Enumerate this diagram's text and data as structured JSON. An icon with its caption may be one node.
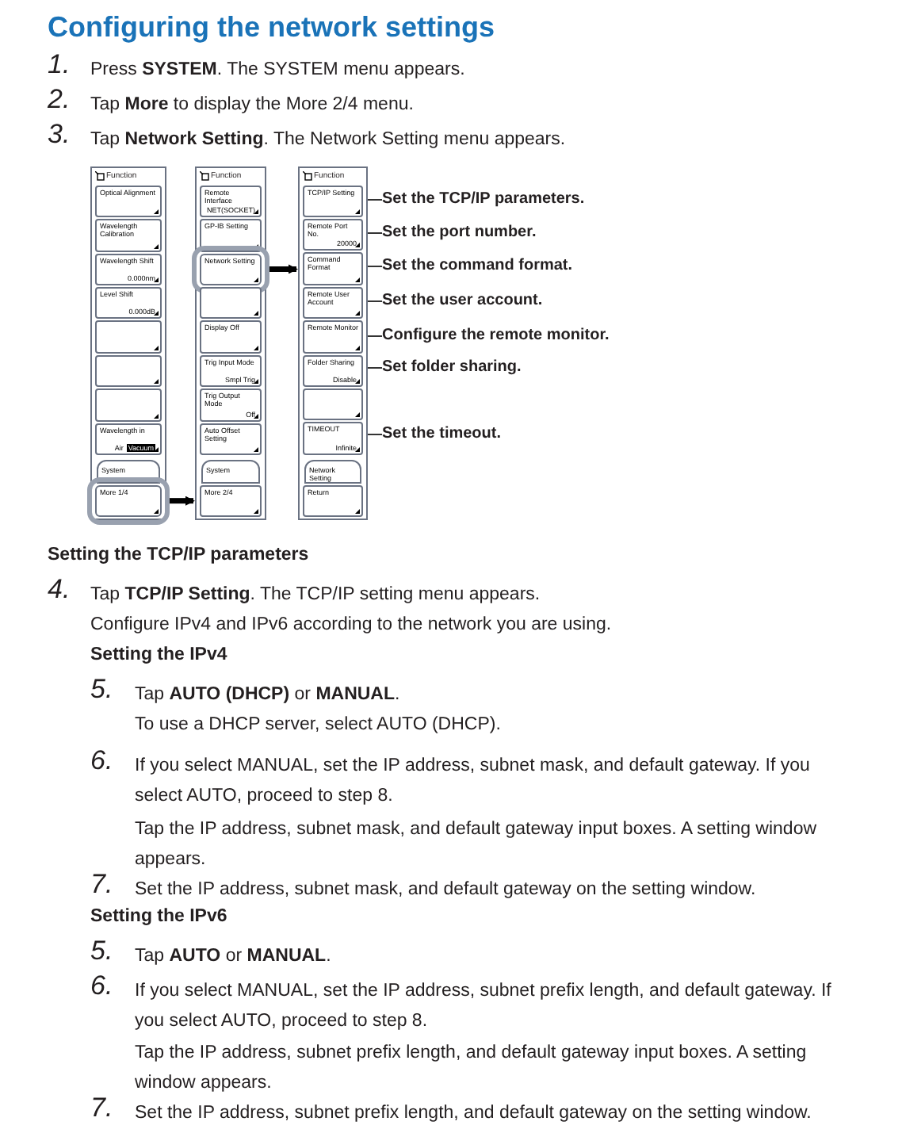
{
  "diagram": {
    "title": "Configuring the network settings",
    "nodes": [
      {
        "text": [
          "Function"
        ]
      },
      {
        "text": [
          "Optical Alignment"
        ],
        "in": 0
      },
      {
        "text": [
          "Wavelength Calibration"
        ],
        "in": 0
      },
      {
        "text": [
          "Wavelength Shift",
          "0.000nm"
        ],
        "in": 0
      },
      {
        "text": [
          "Level Shift",
          "0.000dB"
        ],
        "in": 0
      },
      {
        "text": [],
        "shape": "box",
        "in": 0
      },
      {
        "text": [],
        "shape": "box",
        "in": 0
      },
      {
        "text": [],
        "shape": "box",
        "in": 0
      },
      {
        "text": [
          "Wavelength in",
          "Air",
          "Vacuum"
        ],
        "in": 0
      },
      {
        "text": [
          "System"
        ],
        "in": 0
      },
      {
        "text": [
          "More 1/4"
        ],
        "in": 0
      },
      {
        "text": [
          "Function"
        ]
      },
      {
        "text": [
          "Remote Interface",
          "NET(SOCKET)"
        ],
        "in": 11
      },
      {
        "text": [
          "GP-IB Setting"
        ],
        "in": 11
      },
      {
        "text": [
          "Network Setting"
        ],
        "in": 11
      },
      {
        "text": [],
        "shape": "box",
        "in": 11
      },
      {
        "text": [
          "Display Off"
        ],
        "in": 11
      },
      {
        "text": [
          "Trig Input Mode",
          "Smpl Trig"
        ],
        "in": 11
      },
      {
        "text": [
          "Trig Output Mode",
          "Off"
        ],
        "in": 11
      },
      {
        "text": [
          "Auto Offset Setting"
        ],
        "in": 11
      },
      {
        "text": [
          "System"
        ],
        "in": 11
      },
      {
        "text": [
          "More 2/4"
        ],
        "in": 11
      },
      {
        "text": [
          "Function"
        ]
      },
      {
        "text": [
          "TCP/IP Setting"
        ],
        "in": 22
      },
      {
        "text": [
          "Remote Port No.",
          "20000"
        ],
        "in": 22
      },
      {
        "text": [
          "Command Format"
        ],
        "in": 22
      },
      {
        "text": [
          "Remote User Account"
        ],
        "in": 22
      },
      {
        "text": [
          "Remote Monitor"
        ],
        "in": 22
      },
      {
        "text": [
          "Folder Sharing",
          "Disable"
        ],
        "in": 22
      },
      {
        "text": [],
        "shape": "box",
        "in": 22
      },
      {
        "text": [
          "TIMEOUT",
          "Infinite"
        ],
        "in": 22
      },
      {
        "text": [
          "Network Setting"
        ],
        "in": 22
      },
      {
        "text": [
          "Return"
        ],
        "in": 22
      },
      {
        "text": [
          "Set the TCP/IP parameters."
        ]
      },
      {
        "text": [
          "Set the port number."
        ]
      },
      {
        "text": [
          "Set the command format."
        ]
      },
      {
        "text": [
          "Set the user account."
        ]
      },
      {
        "text": [
          "Configure the remote monitor."
        ]
      },
      {
        "text": [
          "Set folder sharing."
        ]
      },
      {
        "text": [
          "Set the timeout."
        ]
      }
    ],
    "edges": [
      {
        "from": 10,
        "to": 11,
        "arrow": "to",
        "style": "thick"
      },
      {
        "from": 14,
        "to": 22,
        "arrow": "to",
        "style": "thick"
      },
      {
        "from": 33,
        "to": 23,
        "arrow": "none"
      },
      {
        "from": 34,
        "to": 24,
        "arrow": "none"
      },
      {
        "from": 35,
        "to": 25,
        "arrow": "none"
      },
      {
        "from": 36,
        "to": 26,
        "arrow": "none"
      },
      {
        "from": 37,
        "to": 27,
        "arrow": "none"
      },
      {
        "from": 38,
        "to": 28,
        "arrow": "none"
      },
      {
        "from": 39,
        "to": 30,
        "arrow": "none"
      }
    ],
    "labels": [
      "1.",
      "Press **SYSTEM**. The SYSTEM menu appears.",
      "2.",
      "Tap **More** to display the More 2/4 menu.",
      "3.",
      "Tap **Network Setting**. The Network Setting menu appears.",
      "Setting the TCP/IP parameters",
      "4.",
      "Tap **TCP/IP Setting**. The TCP/IP setting menu appears.",
      "Configure IPv4 and IPv6 according to the network you are using.",
      "Setting the IPv4",
      "5.",
      "Tap **AUTO (DHCP)** or **MANUAL**.",
      "To use a DHCP server, select AUTO (DHCP).",
      "6.",
      "If you select MANUAL, set the IP address, subnet mask, and default gateway. If you select AUTO, proceed to step 8.",
      "Tap the IP address, subnet mask, and default gateway input boxes. A setting window appears.",
      "7.",
      "Set the IP address, subnet mask, and default gateway on the setting window.",
      "Setting the IPv6",
      "5.",
      "Tap **AUTO** or **MANUAL**.",
      "6.",
      "If you select MANUAL, set the IP address, subnet prefix length, and default gateway. If you select AUTO, proceed to step 8.",
      "Tap the IP address, subnet prefix length, and default gateway input boxes. A setting window appears.",
      "7.",
      "Set the IP address, subnet prefix length, and default gateway on the setting window."
    ]
  }
}
